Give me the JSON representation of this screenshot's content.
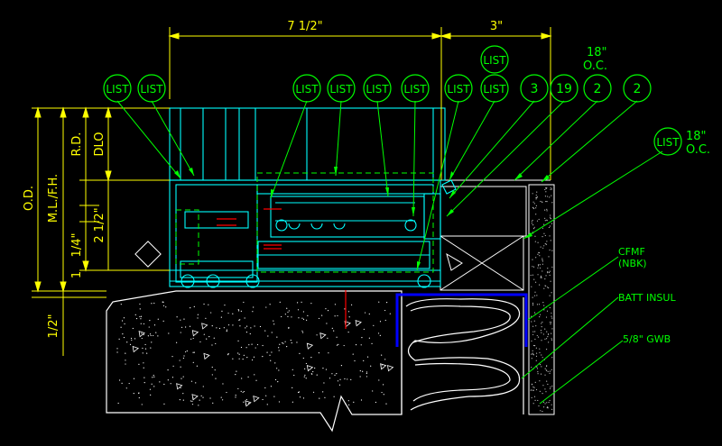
{
  "colors": {
    "background": "#000000",
    "dimension": "#ffff00",
    "leader": "#00ff00",
    "frame": "#00ffff",
    "outline": "#ffffff",
    "stud": "#0000ff",
    "accent": "#ff0000"
  },
  "dimensions": {
    "top_width": "7 1/2\"",
    "top_right": "3\"",
    "od": "O.D.",
    "ml_fh": "M.L./F.H.",
    "rd": "R.D.",
    "dlo": "DLO",
    "quarter": "1/4\"",
    "two_half": "2 1/2\"",
    "one": "1",
    "half_bottom": "1/2\""
  },
  "bubbles": [
    "LIST",
    "LIST",
    "LIST",
    "LIST",
    "LIST",
    "LIST",
    "LIST",
    "LIST",
    "3",
    "19",
    "2",
    "2"
  ],
  "bubble_top": "LIST",
  "bubble_right": "LIST",
  "spacing_top": "18\"",
  "spacing_top_oc": "O.C.",
  "spacing_right": "18\"",
  "spacing_right_oc": "O.C.",
  "labels": {
    "cfmf": "CFMF",
    "nbk": "(NBK)",
    "batt": "BATT INSUL",
    "gwb": "5/8\" GWB"
  }
}
